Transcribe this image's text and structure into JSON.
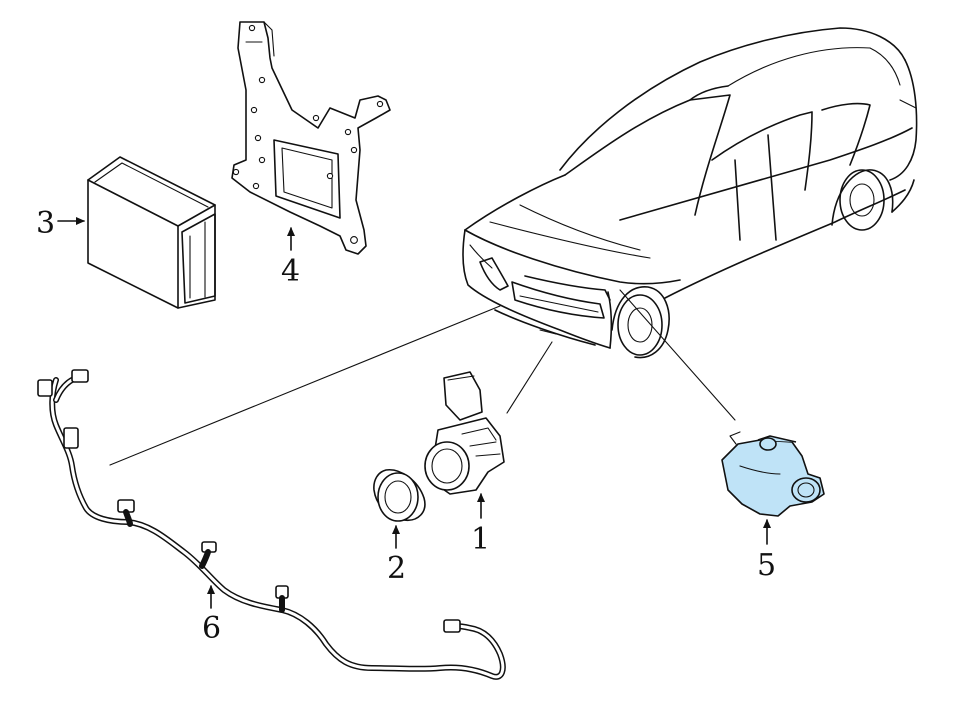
{
  "callouts": {
    "c1": "1",
    "c2": "2",
    "c3": "3",
    "c4": "4",
    "c5": "5",
    "c6": "6"
  },
  "colors": {
    "highlight": "#bfe3f7",
    "line": "#111111",
    "background": "#ffffff"
  }
}
